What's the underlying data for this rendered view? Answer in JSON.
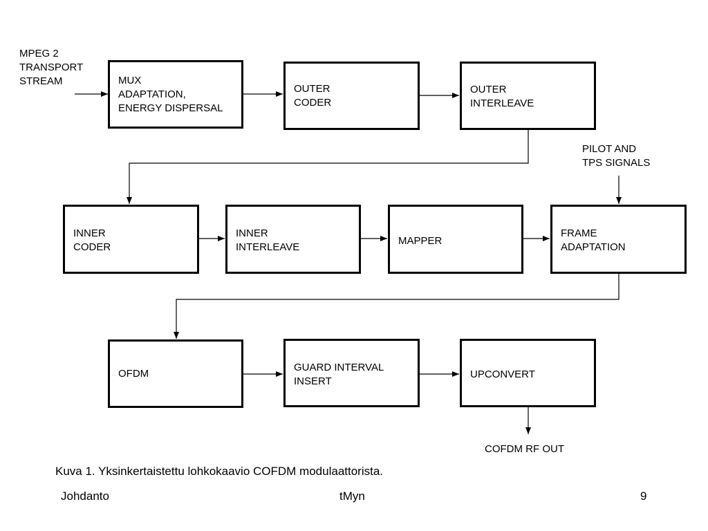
{
  "input_label": "MPEG 2\nTRANSPORT\nSTREAM",
  "pilot_label": "PILOT AND\nTPS SIGNALS",
  "output_label": "COFDM RF OUT",
  "blocks": {
    "mux": "MUX\nADAPTATION,\nENERGY DISPERSAL",
    "outer_coder": "OUTER\nCODER",
    "outer_interleave": "OUTER\nINTERLEAVE",
    "inner_coder": "INNER\nCODER",
    "inner_interleave": "INNER\nINTERLEAVE",
    "mapper": "MAPPER",
    "frame_adaptation": "FRAME\nADAPTATION",
    "ofdm": "OFDM",
    "guard_interval": "GUARD INTERVAL\nINSERT",
    "upconvert": "UPCONVERT"
  },
  "caption": "Kuva 1. Yksinkertaistettu lohkokaavio COFDM modulaattorista.",
  "footer": {
    "left": "Johdanto",
    "center": "tMyn",
    "page": "9"
  }
}
